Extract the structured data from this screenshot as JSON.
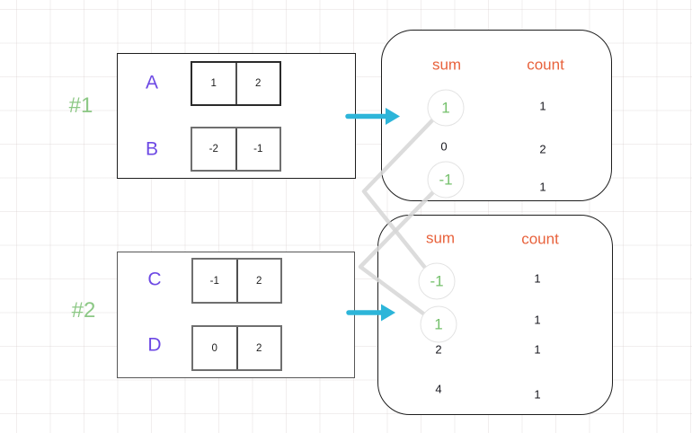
{
  "colors": {
    "header_orange": "#e8623c",
    "highlight_green": "#74c06b",
    "group_label_green": "#8cc885",
    "letter_violet": "#6d49e4",
    "arrow_cyan": "#2db5d9",
    "connector_gray": "#d6d6d6"
  },
  "groups": [
    {
      "label": "#1",
      "rows": [
        {
          "name": "A",
          "cells": [
            "1",
            "2"
          ]
        },
        {
          "name": "B",
          "cells": [
            "-2",
            "-1"
          ]
        }
      ]
    },
    {
      "label": "#2",
      "rows": [
        {
          "name": "C",
          "cells": [
            "-1",
            "2"
          ]
        },
        {
          "name": "D",
          "cells": [
            "0",
            "2"
          ]
        }
      ]
    }
  ],
  "tables": [
    {
      "sum_header": "sum",
      "count_header": "count",
      "rows": [
        {
          "sum": "1",
          "count": "1",
          "circled": true
        },
        {
          "sum": "0",
          "count": "2",
          "circled": false
        },
        {
          "sum": "-1",
          "count": "1",
          "circled": true
        }
      ]
    },
    {
      "sum_header": "sum",
      "count_header": "count",
      "rows": [
        {
          "sum": "-1",
          "count": "1",
          "circled": true
        },
        {
          "sum": "1",
          "count": "1",
          "circled": true
        },
        {
          "sum": "2",
          "count": "1",
          "circled": false
        },
        {
          "sum": "4",
          "count": "1",
          "circled": false
        }
      ]
    }
  ],
  "links": [
    {
      "from": "table1-sum-1",
      "to": "table2-sum--1"
    },
    {
      "from": "table1-sum--1",
      "to": "table2-sum-1"
    }
  ]
}
